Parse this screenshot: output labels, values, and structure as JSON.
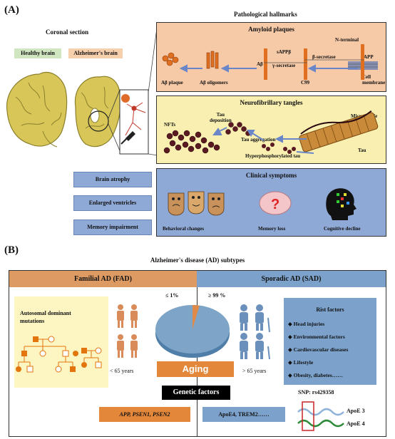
{
  "panelA": {
    "label": "(A)",
    "coronal_title": "Coronal section",
    "healthy_label": "Healthy brain",
    "ad_label": "Alzheimer's brain",
    "hallmarks_title": "Pathological hallmarks",
    "amyloid": {
      "title": "Amyloid plaques",
      "n_terminal": "N-terminal",
      "sappb": "sAPPβ",
      "beta_secretase": "β-secretase",
      "app": "APP",
      "abeta": "Aβ",
      "gamma_secretase": "γ-secretase",
      "cell_membrane": "Cell\nmembrane",
      "c99": "C99",
      "abeta_plaque": "Aβ plaque",
      "abeta_oligomers": "Aβ oligomers"
    },
    "tangles": {
      "title": "Neurofibrillary tangles",
      "tau_deposition": "Tau\ndeposition",
      "nfts": "NFTs",
      "microtubule": "Microtubule",
      "tau_aggregation": "Tau aggregation",
      "hyperphosphorylated": "Hyperphosphorylated tau",
      "tau": "Tau"
    },
    "symptoms_left": [
      "Brain atrophy",
      "Enlarged ventricles",
      "Memory impairment"
    ],
    "clinical": {
      "title": "Clinical symptoms",
      "items": [
        "Behavioral changes",
        "Memory loss",
        "Cognitive decline"
      ]
    }
  },
  "panelB": {
    "label": "(B)",
    "title": "Alzheimer's disease (AD) subtypes",
    "fad_header": "Familial AD (FAD)",
    "sad_header": "Sporadic AD (SAD)",
    "autosomal": "Autosomal dominant\nmutations",
    "pct_fad": "≤ 1%",
    "pct_sad": "≥ 99 %",
    "age_fad": "< 65 years",
    "age_sad": "> 65 years",
    "aging": "Aging",
    "genetic_factors": "Genetic factors",
    "fad_genes": "APP, PSEN1, PSEN2",
    "sad_genes": "ApoE4, TREM2……",
    "risk_title": "Rist factors",
    "risk_items": [
      "Head injuries",
      "Environmental factors",
      "Cardiovascular diseases",
      "Lifestyle",
      "Obesity, diabetes……"
    ],
    "snp": "SNP: rs429358",
    "apoe3": "ApoE 3",
    "apoe4": "ApoE 4",
    "pie": {
      "fad_fraction": 0.01,
      "sad_fraction": 0.99
    }
  }
}
